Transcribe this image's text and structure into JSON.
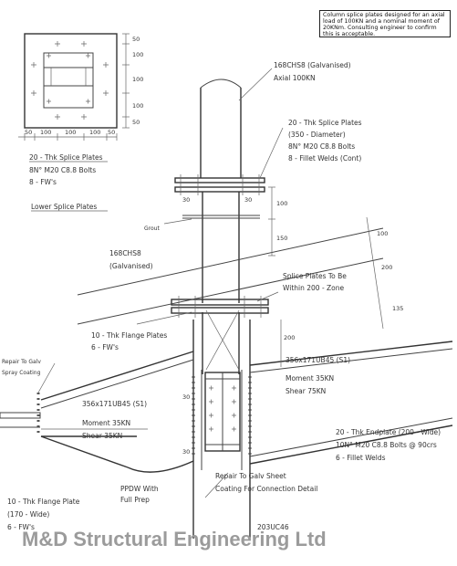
{
  "note_box": {
    "text": "Column splice plates designed for an axial load of 100KN and a nominal moment of 20KNm. Consulting engineer to confirm this is acceptable."
  },
  "plan_detail": {
    "dims_right": [
      "50",
      "100",
      "100",
      "100",
      "50"
    ],
    "dims_bottom": [
      "50",
      "100",
      "100",
      "100",
      "50"
    ],
    "spec_lines": [
      "20 - Thk Splice Plates",
      "8N° M20 C8.8 Bolts",
      "8 - FW's"
    ],
    "title": "Lower Splice Plates"
  },
  "labels": {
    "column_top_1": "168CHS8 (Galvanised)",
    "column_top_2": "Axial 100KN",
    "splice_1": "20 - Thk Splice Plates",
    "splice_2": "(350 - Diameter)",
    "splice_3": "8N° M20 C8.8 Bolts",
    "splice_4": "8 - Fillet Welds (Cont)",
    "grout": "Grout",
    "chs_mid_1": "168CHS8",
    "chs_mid_2": "(Galvanised)",
    "splice_zone_1": "Splice Plates To Be",
    "splice_zone_2": "Within 200 - Zone",
    "flange_top_1": "10 - Thk Flange Plates",
    "flange_top_2": "6 - FW's",
    "beam_right_1": "356x171UB45 (S1)",
    "beam_right_2": "Moment 35KN",
    "beam_right_3": "Shear 75KN",
    "beam_left_1": "356x171UB45 (S1)",
    "beam_left_2": "Moment 35KN",
    "beam_left_3": "Shear 35KN",
    "repair_left_1": "Repair To Galv",
    "repair_left_2": "Spray Coating",
    "endplate_1": "20 - Thk Endplate (200 - Wide)",
    "endplate_2": "10N° M20 C8.8 Bolts @ 90crs",
    "endplate_3": "6 - Fillet Welds",
    "repair_centre_1": "Repair To Galv Sheet",
    "repair_centre_2": "Coating For Connection Detail",
    "ppdw_1": "PPDW With",
    "ppdw_2": "Full Prep",
    "flange_bot_1": "10 - Thk Flange Plate",
    "flange_bot_2": "(170 - Wide)",
    "flange_bot_3": "6 - FW's",
    "column_bottom": "203UC46"
  },
  "dims": {
    "d100_upper": "100",
    "d150": "150",
    "d100_right": "100",
    "d200_right": "200",
    "d135": "135",
    "d200_left": "200",
    "d30a": "30",
    "d30b": "30",
    "d30c": "30",
    "d30d": "30"
  },
  "watermark": "M&D Structural Engineering Ltd"
}
